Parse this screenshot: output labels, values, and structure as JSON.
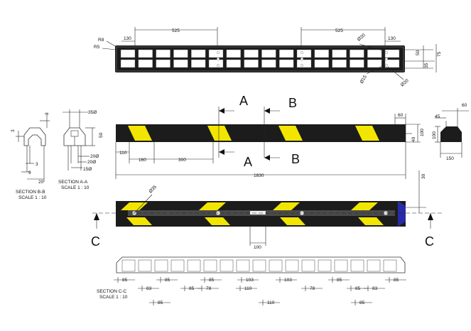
{
  "colors": {
    "body": "#1c1c1c",
    "stripe": "#f2e600",
    "line": "#222222",
    "cap_blue": "#2a2aa8"
  },
  "top_view": {
    "dims": {
      "left_end": "130",
      "left_span": "525",
      "right_span": "525",
      "right_end": "130",
      "r8": "R8",
      "r5": "R5",
      "d20_top": "Ø20",
      "d20_bottom": "Ø20",
      "d15": "Ø15",
      "h50": "50",
      "h75": "75",
      "h35": "35"
    }
  },
  "side_view": {
    "section_a": "A",
    "section_b": "B",
    "dims": {
      "end60": "60",
      "h100": "100",
      "h40": "40",
      "d110": "110",
      "d160": "160",
      "d300": "300",
      "length": "1830"
    }
  },
  "end_view": {
    "dims": {
      "top60": "60",
      "w45": "45",
      "h100": "100",
      "w150": "150"
    }
  },
  "section_bb": {
    "caption_1": "SECTION B-B",
    "caption_2": "SCALE 1 : 10",
    "dims": {
      "top3": "3",
      "side3": "3",
      "mid3": "3",
      "w9": "9",
      "w20": "20"
    }
  },
  "section_aa": {
    "caption_1": "SECTION A-A",
    "caption_2": "SCALE 1 : 10",
    "dims": {
      "d35": "35Ø",
      "h50": "50",
      "d20a": "20Ø",
      "d20b": "20Ø",
      "d15": "15Ø"
    }
  },
  "bottom_view": {
    "section_c": "C",
    "dims": {
      "d35": "Ø35",
      "h30": "30",
      "w100": "100"
    }
  },
  "section_cc": {
    "caption_1": "SECTION C-C",
    "caption_2": "SCALE 1 : 10",
    "row1": [
      "85",
      "85",
      "85",
      "103",
      "103",
      "85",
      "85"
    ],
    "row2": [
      "83",
      "85",
      "78",
      "110",
      "78",
      "85",
      "83"
    ],
    "row3": [
      "85",
      "110",
      "85"
    ]
  }
}
